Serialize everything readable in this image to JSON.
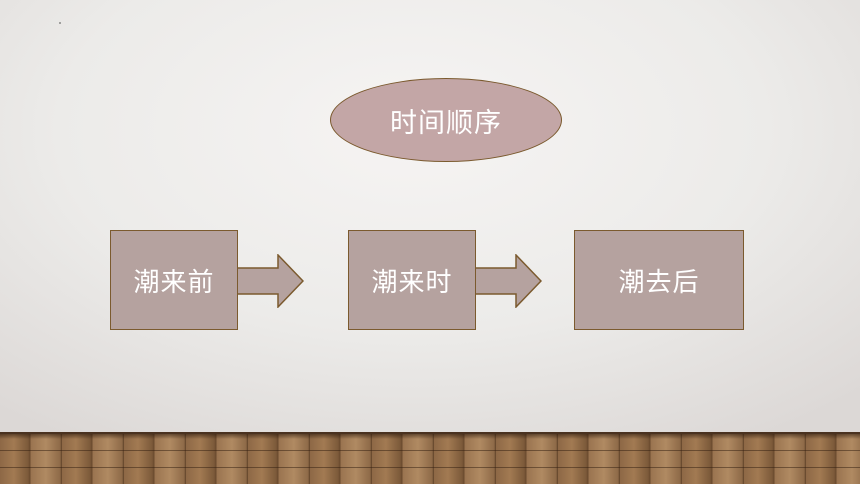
{
  "title_node": {
    "label": "时间顺序"
  },
  "nodes": [
    {
      "label": "潮来前"
    },
    {
      "label": "潮来时"
    },
    {
      "label": "潮去后"
    }
  ],
  "colors": {
    "ellipse_fill": "#c3a6a6",
    "box_fill": "#b5a29f",
    "border": "#7b5a2e",
    "text": "#ffffff"
  }
}
